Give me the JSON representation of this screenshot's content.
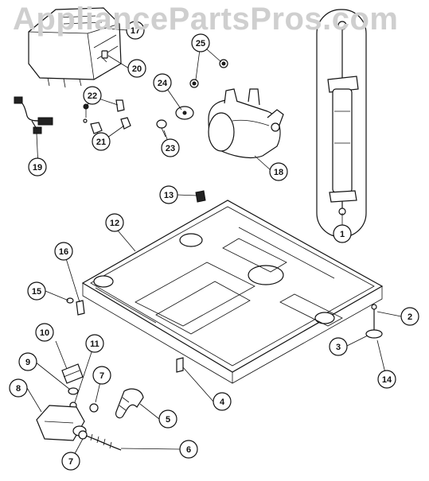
{
  "watermark": "AppliancePartsPros.com",
  "callouts": [
    {
      "num": "1"
    },
    {
      "num": "2"
    },
    {
      "num": "3"
    },
    {
      "num": "4"
    },
    {
      "num": "5"
    },
    {
      "num": "6"
    },
    {
      "num": "7"
    },
    {
      "num": "7"
    },
    {
      "num": "8"
    },
    {
      "num": "9"
    },
    {
      "num": "10"
    },
    {
      "num": "11"
    },
    {
      "num": "12"
    },
    {
      "num": "13"
    },
    {
      "num": "14"
    },
    {
      "num": "15"
    },
    {
      "num": "16"
    },
    {
      "num": "17"
    },
    {
      "num": "18"
    },
    {
      "num": "19"
    },
    {
      "num": "20"
    },
    {
      "num": "21"
    },
    {
      "num": "22"
    },
    {
      "num": "23"
    },
    {
      "num": "24"
    },
    {
      "num": "25"
    }
  ]
}
